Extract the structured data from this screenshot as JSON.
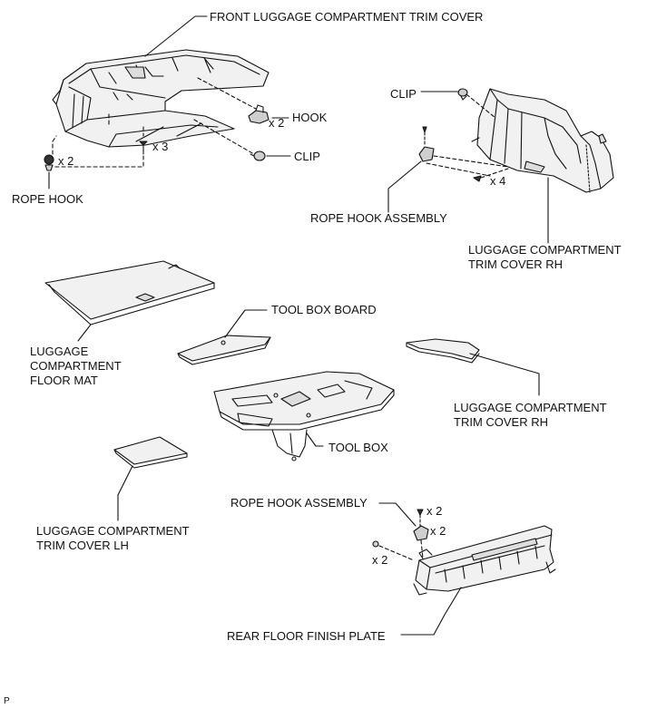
{
  "labels": {
    "front_trim_cover": "FRONT LUGGAGE COMPARTMENT TRIM COVER",
    "hook": "HOOK",
    "hook_qty": "x 2",
    "screw_qty_front": "x 3",
    "rope_hook_qty": "x 2",
    "clip_front": "CLIP",
    "rope_hook": "ROPE HOOK",
    "clip_rh": "CLIP",
    "rope_hook_assembly_top": "ROPE HOOK ASSEMBLY",
    "screw_qty_rh": "x 4",
    "trim_cover_rh_top": [
      "LUGGAGE COMPARTMENT",
      "TRIM COVER RH"
    ],
    "floor_mat": [
      "LUGGAGE",
      "COMPARTMENT",
      "FLOOR MAT"
    ],
    "tool_box_board": "TOOL BOX BOARD",
    "trim_cover_rh_mid": [
      "LUGGAGE COMPARTMENT",
      "TRIM COVER RH"
    ],
    "tool_box": "TOOL BOX",
    "trim_cover_lh": [
      "LUGGAGE COMPARTMENT",
      "TRIM COVER LH"
    ],
    "rope_hook_assembly_bottom": "ROPE HOOK ASSEMBLY",
    "bolt_qty_bottom": "x 2",
    "assembly_qty_bottom": "x 2",
    "clip_qty_bottom": "x 2",
    "rear_floor_plate": "REAR FLOOR FINISH PLATE",
    "corner_code": "P"
  }
}
